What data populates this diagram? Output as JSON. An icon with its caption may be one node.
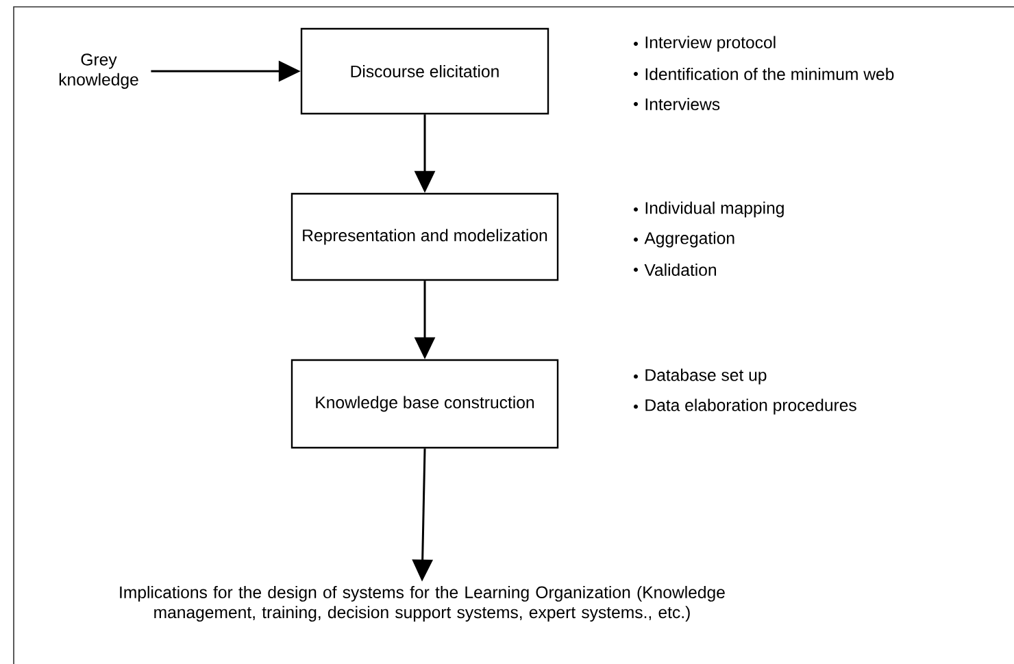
{
  "diagram": {
    "nodes": [
      {
        "text": [
          "Grey knowledge"
        ]
      },
      {
        "text": [
          "Discourse elicitation"
        ],
        "beside": [
          "Interview protocol",
          "Identification of the minimum web",
          "Interviews"
        ]
      },
      {
        "text": [
          "Representation and modelization"
        ],
        "beside": [
          "Individual mapping",
          "Aggregation",
          "Validation"
        ]
      },
      {
        "text": [
          "Knowledge base construction"
        ],
        "beside": [
          "Database set up",
          "Data elaboration procedures"
        ]
      },
      {
        "text": [
          "Implications for the design of systems for the Learning Organization (Knowledge management, training, decision support systems, expert systems., etc.)"
        ]
      }
    ],
    "edges": [
      {
        "from": 0,
        "to": 1,
        "arrow": "to"
      },
      {
        "from": 1,
        "to": 2,
        "arrow": "to"
      },
      {
        "from": 2,
        "to": 3,
        "arrow": "to"
      },
      {
        "from": 3,
        "to": 4,
        "arrow": "to"
      }
    ]
  }
}
